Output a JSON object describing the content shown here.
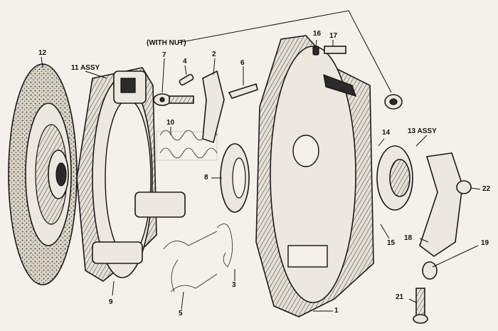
{
  "labels": {
    "l1": "1",
    "l2": "2",
    "l3": "3",
    "l4": "4",
    "l5": "5",
    "l6": "6",
    "l7": "7",
    "l8": "8",
    "l9": "9",
    "l10": "10",
    "l11": "11 ASSY",
    "l12": "12",
    "l13": "13 ASSY",
    "l14": "14",
    "l15": "15",
    "l16": "16",
    "l17": "17",
    "l18": "18",
    "l19": "19",
    "l21": "21",
    "l22": "22",
    "with_nut": "(WITH NUT)"
  }
}
